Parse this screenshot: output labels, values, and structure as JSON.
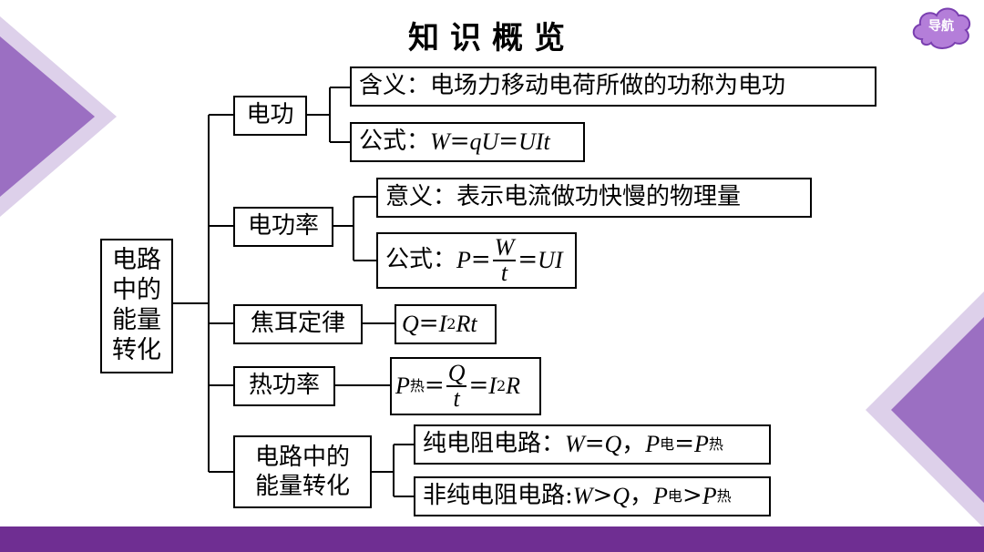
{
  "title": "知识概览",
  "nav_label": "导航",
  "colors": {
    "accent": "#6f2e92",
    "decor_light": "#c9b6dc",
    "nav_cloud": "#b47ed9"
  },
  "diagram": {
    "root": "电路中的能量转化",
    "branches": [
      {
        "label": "电功",
        "items": [
          {
            "prefix": "含义：",
            "text": "电场力移动电荷所做的功称为电功"
          },
          {
            "prefix": "公式：",
            "formula": {
              "lhs": "W",
              "eq": "=",
              "a": "qU",
              "eq2": "=",
              "b": "UIt"
            }
          }
        ]
      },
      {
        "label": "电功率",
        "items": [
          {
            "prefix": "意义：",
            "text": "表示电流做功快慢的物理量"
          },
          {
            "prefix": "公式：",
            "formula": {
              "lhs": "P",
              "eq": "=",
              "num": "W",
              "den": "t",
              "eq2": "=",
              "rhs": "UI"
            }
          }
        ]
      },
      {
        "label": "焦耳定律",
        "formula": {
          "lhs": "Q",
          "eq": "=",
          "I": "I",
          "exp": "2",
          "rhs": "Rt"
        }
      },
      {
        "label": "热功率",
        "formula": {
          "lhs": "P",
          "sub": "热",
          "eq": "=",
          "num": "Q",
          "den": "t",
          "eq2": "=",
          "I": "I",
          "exp": "2",
          "rhs": "R"
        }
      },
      {
        "label": "电路中的能量转化",
        "items": [
          {
            "prefix": "纯电阻电路：",
            "text": "W=Q，P电=P热",
            "w": "W",
            "rel1": "=",
            "q": "Q",
            "sep": "，",
            "p": "P",
            "sub1": "电",
            "rel2": "=",
            "p2": "P",
            "sub2": "热"
          },
          {
            "prefix": "非纯电阻电路:",
            "w": "W",
            "rel1": ">",
            "q": "Q",
            "sep": "，",
            "p": "P",
            "sub1": "电",
            "rel2": ">",
            "p2": "P",
            "sub2": "热"
          }
        ]
      }
    ]
  }
}
